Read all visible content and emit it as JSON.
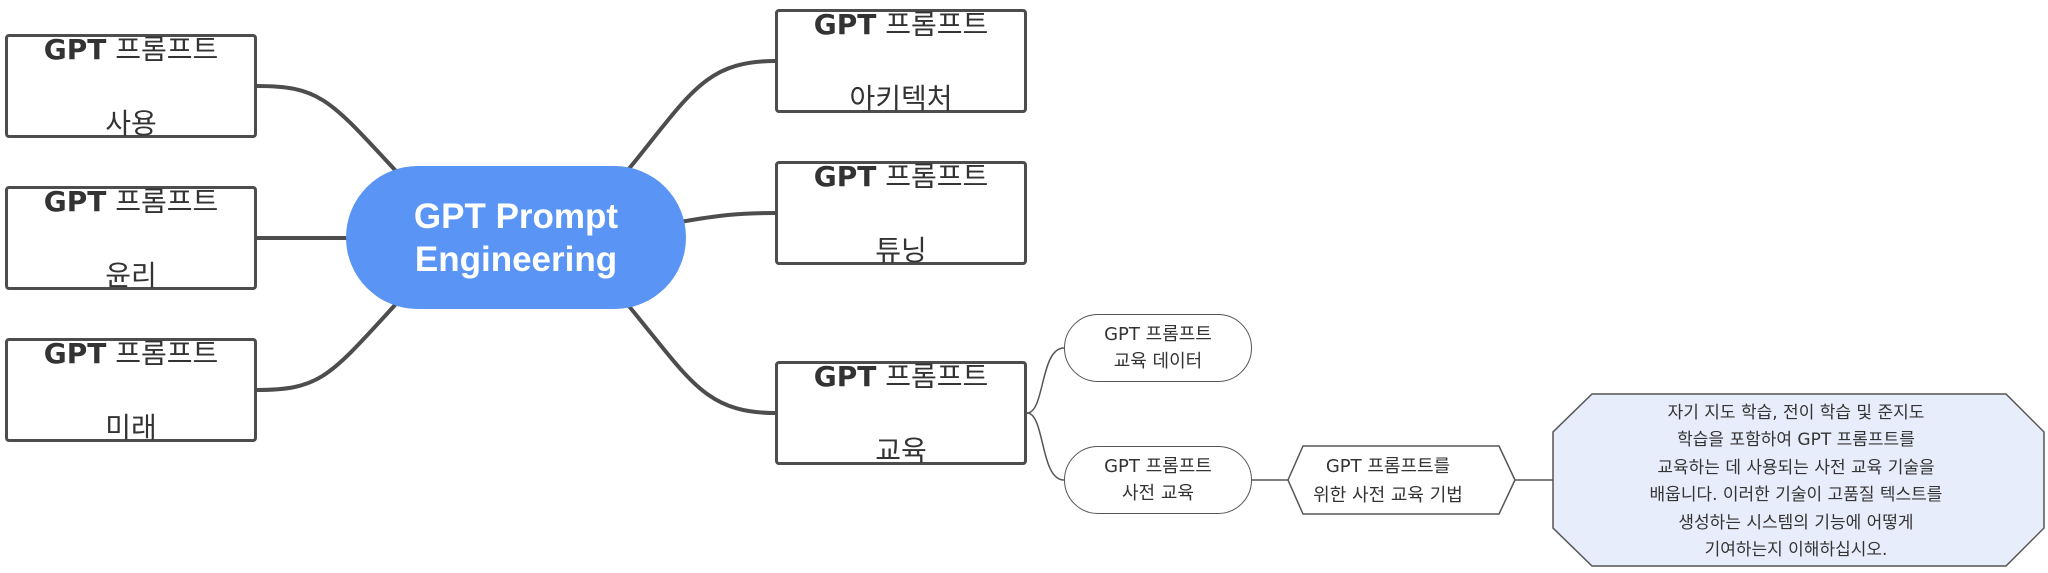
{
  "center": {
    "label": "GPT Prompt\nEngineering"
  },
  "branches": {
    "usage": {
      "bold": "GPT",
      "rest": " 프롬프트",
      "line2": "사용"
    },
    "ethics": {
      "bold": "GPT",
      "rest": " 프롬프트",
      "line2": "윤리"
    },
    "future": {
      "bold": "GPT",
      "rest": " 프롬프트",
      "line2": "미래"
    },
    "architecture": {
      "bold": "GPT",
      "rest": " 프롬프트",
      "line2": "아키텍처"
    },
    "tuning": {
      "bold": "GPT",
      "rest": " 프롬프트",
      "line2": "튜닝"
    },
    "education": {
      "bold": "GPT",
      "rest": " 프롬프트",
      "line2": "교육"
    }
  },
  "education_children": {
    "training_data": "GPT 프롬프트\n교육 데이터",
    "pretraining": "GPT 프롬프트\n사전 교육"
  },
  "pretraining_method": "GPT 프롬프트를\n위한 사전 교육 기법",
  "description": "자기 지도 학습, 전이 학습 및 준지도\n학습을 포함하여 GPT 프롬프트를\n교육하는 데 사용되는 사전 교육 기술을\n배웁니다. 이러한 기술이 고품질 텍스트를\n생성하는 시스템의 기능에 어떻게\n기여하는지 이해하십시오.",
  "colors": {
    "center_fill": "#5a95f5",
    "description_fill": "#e8edfb",
    "line": "#4d4d4d"
  }
}
